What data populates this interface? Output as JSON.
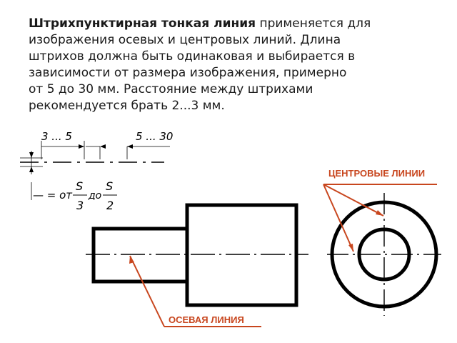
{
  "paragraph": {
    "bold": "Штрихпунктирная тонкая линия",
    "line1_rest": " применяется для",
    "line2": "изображения осевых и центровых линий. Длина",
    "line3": "штрихов должна быть одинаковая и выбирается в",
    "line4": "зависимости от размера изображения, примерно",
    "line5": "от 5 до 30 мм. Расстояние между штрихами",
    "line6": "рекомендуется брать 2...3 мм."
  },
  "dimension": {
    "gap_label": "3 ... 5",
    "dash_label": "5 ... 30",
    "formula_prefix": "— = от",
    "frac1_num": "S",
    "frac1_den": "3",
    "formula_middle": "до",
    "frac2_num": "S",
    "frac2_den": "2"
  },
  "labels": {
    "centre_lines": "ЦЕНТРОВЫЕ ЛИНИИ",
    "axial_line": "ОСЕВАЯ ЛИНИЯ"
  },
  "colors": {
    "accent": "#c8461e",
    "stroke": "#000000",
    "text": "#1a1a1a"
  }
}
